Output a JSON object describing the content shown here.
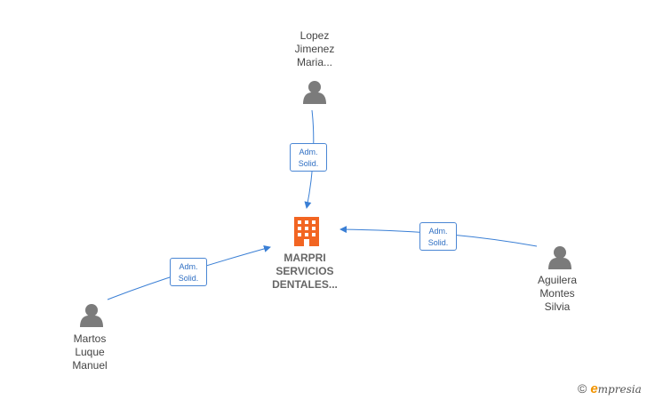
{
  "nodes": {
    "lopez": {
      "lines": [
        "Lopez",
        "Jimenez",
        "Maria..."
      ],
      "icon": "person-icon"
    },
    "aguilera": {
      "lines": [
        "Aguilera",
        "Montes",
        "Silvia"
      ],
      "icon": "person-icon"
    },
    "martos": {
      "lines": [
        "Martos",
        "Luque",
        "Manuel"
      ],
      "icon": "person-icon"
    },
    "company": {
      "lines": [
        "MARPRI",
        "SERVICIOS",
        "DENTALES..."
      ],
      "icon": "building-icon"
    }
  },
  "edges": {
    "lopez": {
      "lines": [
        "Adm.",
        "Solid."
      ]
    },
    "aguilera": {
      "lines": [
        "Adm.",
        "Solid."
      ]
    },
    "martos": {
      "lines": [
        "Adm.",
        "Solid."
      ]
    }
  },
  "colors": {
    "person": "#7b7b7b",
    "company": "#f26522",
    "edge": "#3a7fd5"
  },
  "brand": {
    "copyright": "©",
    "initial": "e",
    "rest": "mpresia"
  }
}
